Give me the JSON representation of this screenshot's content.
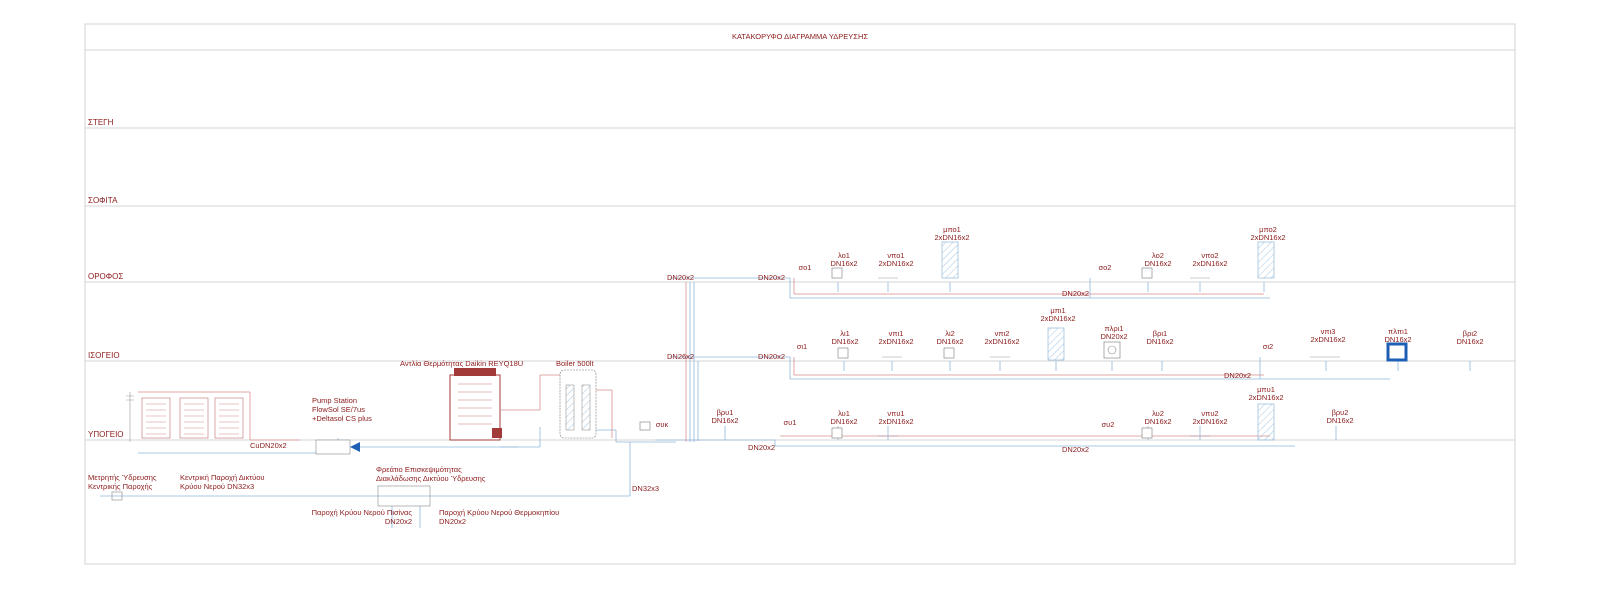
{
  "title": "ΚΑΤΑΚΟΡΥΦΟ ΔΙΑΓΡΑΜΜΑ ΥΔΡΕΥΣΗΣ",
  "levels": {
    "roof": "ΣΤΕΓΗ",
    "attic": "ΣΟΦΙΤΑ",
    "first_floor": "ΟΡΟΦΟΣ",
    "ground_floor": "ΙΣΟΓΕΙΟ",
    "basement": "ΥΠΟΓΕΙΟ"
  },
  "equipment": {
    "heat_pump": "Αντλία Θερμότητας Daikin REYQ18U",
    "boiler": "Boiler 500lt",
    "pump_station_1": "Pump Station",
    "pump_station_2": "FlowSol SE/7us",
    "pump_station_3": "+Deltasol CS plus",
    "manhole_1": "Φρεάτιο Επισκεψιμότητας",
    "manhole_2": "Διακλάδωσης Δικτύου Ύδρευσης",
    "meter_1": "Μετρητής Ύδρευσης",
    "meter_2": "Κεντρικής Παροχής",
    "supply_1": "Κεντρική Παροχή Δικτύου",
    "supply_2": "Κρύου Νερού DN32x3",
    "pool_supply": "Παροχή Κρύου Νερού Πισίνας",
    "pool_size": "DN20x2",
    "greenhouse_supply": "Παροχή Κρύου Νερού Θερμοκηπίου",
    "greenhouse_size": "DN20x2"
  },
  "pipes": {
    "cu": "CuDN20x2",
    "dn32": "DN32x3",
    "riser_first_left": "DN20x2",
    "riser_first_right": "DN20x2",
    "first_collector": "DN20x2",
    "riser_ground_left": "DN26x2",
    "riser_ground_right": "DN20x2",
    "ground_collector": "DN20x2",
    "basement_collector_1": "DN20x2",
    "basement_collector_2": "DN20x2"
  },
  "first_floor_items": [
    {
      "code": "σο1",
      "size": ""
    },
    {
      "code": "λο1",
      "size": "DN16x2"
    },
    {
      "code": "νπο1",
      "size": "2xDN16x2"
    },
    {
      "code": "μπο1",
      "size": "2xDN16x2"
    },
    {
      "code": "σο2",
      "size": ""
    },
    {
      "code": "λο2",
      "size": "DN16x2"
    },
    {
      "code": "νπο2",
      "size": "2xDN16x2"
    },
    {
      "code": "μπο2",
      "size": "2xDN16x2"
    }
  ],
  "ground_floor_items": [
    {
      "code": "σι1",
      "size": ""
    },
    {
      "code": "λι1",
      "size": "DN16x2"
    },
    {
      "code": "νπι1",
      "size": "2xDN16x2"
    },
    {
      "code": "λι2",
      "size": "DN16x2"
    },
    {
      "code": "νπι2",
      "size": "2xDN16x2"
    },
    {
      "code": "μπι1",
      "size": "2xDN16x2"
    },
    {
      "code": "πλρι1",
      "size": "DN20x2"
    },
    {
      "code": "βρι1",
      "size": "DN16x2"
    },
    {
      "code": "σι2",
      "size": ""
    },
    {
      "code": "νπι3",
      "size": "2xDN16x2"
    },
    {
      "code": "πλπι1",
      "size": "DN16x2"
    },
    {
      "code": "βρι2",
      "size": "DN16x2"
    }
  ],
  "basement_items": [
    {
      "code": "συκ",
      "size": ""
    },
    {
      "code": "βρυ1",
      "size": "DN16x2"
    },
    {
      "code": "συ1",
      "size": ""
    },
    {
      "code": "λυ1",
      "size": "DN16x2"
    },
    {
      "code": "νπυ1",
      "size": "2xDN16x2"
    },
    {
      "code": "συ2",
      "size": ""
    },
    {
      "code": "λυ2",
      "size": "DN16x2"
    },
    {
      "code": "νπυ2",
      "size": "2xDN16x2"
    },
    {
      "code": "μπυ1",
      "size": "2xDN16x2"
    },
    {
      "code": "βρυ2",
      "size": "DN16x2"
    }
  ],
  "colors": {
    "text": "#8b1a1a",
    "cold_pipe": "#8fb7d9",
    "hot_pipe": "#d98f8f",
    "frame": "#c9c9c9",
    "highlight": "#1f5fb3"
  }
}
